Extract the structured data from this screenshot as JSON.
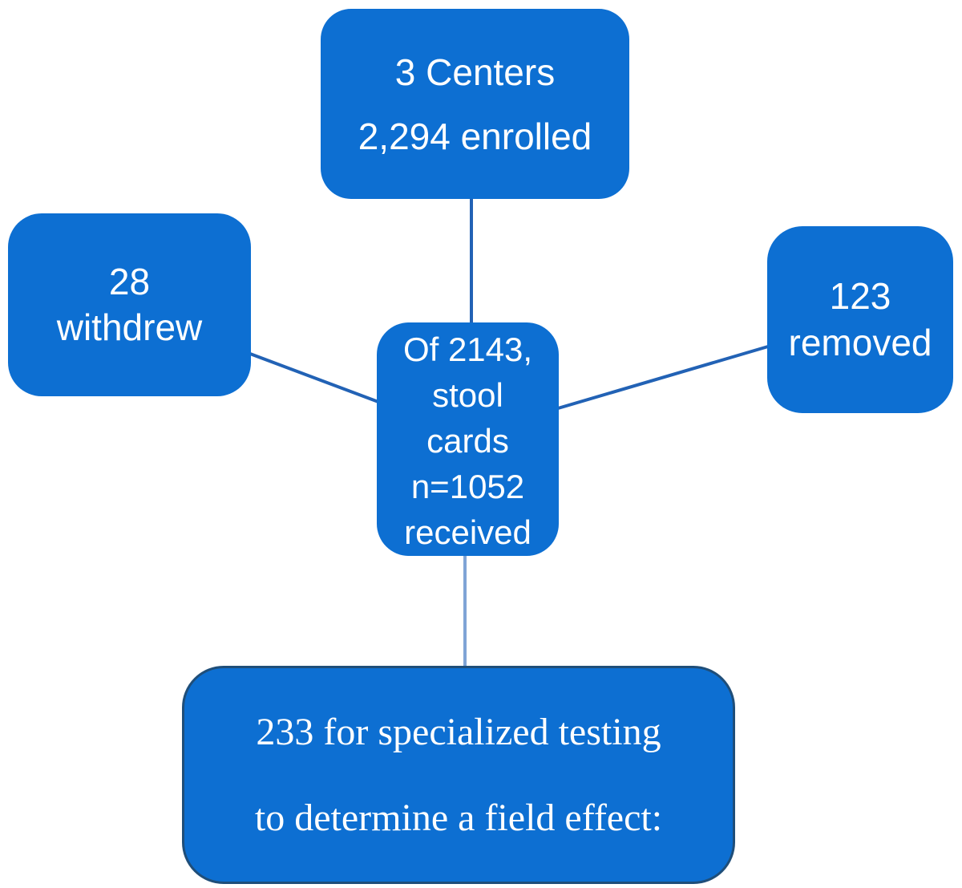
{
  "colors": {
    "background": "#ffffff",
    "box_fill": "#0d6fd2",
    "box_text": "#ffffff",
    "bottom_box_border": "#1f4e79",
    "connector_dark": "#2262b5",
    "connector_light": "#7fa4d6"
  },
  "boxes": {
    "enrolled": {
      "lines": [
        "3 Centers",
        "2,294 enrolled"
      ]
    },
    "withdrew": {
      "lines": [
        "28",
        "withdrew"
      ]
    },
    "removed": {
      "lines": [
        "123",
        "removed"
      ]
    },
    "stool_cards": {
      "lines": [
        "Of 2143,",
        "stool",
        "cards",
        "n=1052",
        "received"
      ]
    },
    "specialized": {
      "lines": [
        "233 for specialized testing",
        "to determine a field effect:"
      ]
    }
  }
}
